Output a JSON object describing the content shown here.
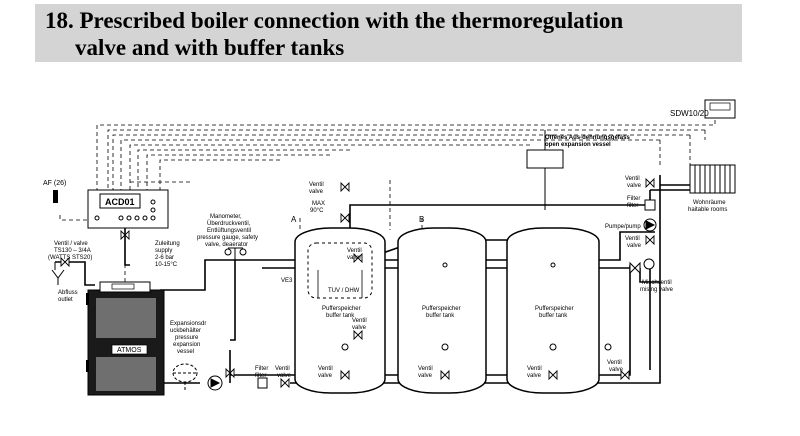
{
  "title": {
    "line1": "18. Prescribed boiler connection with the thermoregulation",
    "line2": "valve and with buffer tanks"
  },
  "labels": {
    "sdw": "SDW10/20",
    "exp_open": [
      "Offenes Aus-dehnungsgefäss",
      "open expansion vessel"
    ],
    "af": "AF (26)",
    "acd": "ACD01",
    "ventil_ts": [
      "Ventil / valve",
      "TS130 – 3/4A",
      "(WATTS STS20)"
    ],
    "abfluss": [
      "Abfluss",
      "outlet"
    ],
    "zuleitung": [
      "Zuleitung",
      "supply",
      "2-6 bar",
      "10-15°C"
    ],
    "manometer": [
      "Manometer,",
      "Überdruckventil,",
      "Entlüftungsventil",
      "pressure gauge, safety",
      "valve, deaerator"
    ],
    "ventil_top": [
      "Ventil",
      "valve"
    ],
    "max": [
      "MAX",
      "90°C"
    ],
    "a": "A",
    "b": "B",
    "ve3": "VE3",
    "ventil_inner": [
      "Ventil",
      "valve"
    ],
    "tuv": "TUV / DHW",
    "puffer1": [
      "Pufferspeicher",
      "buffer tank"
    ],
    "ventil_t1": [
      "Ventil",
      "valve"
    ],
    "puffer2": [
      "Pufferspeicher",
      "buffer tank"
    ],
    "puffer3": [
      "Pufferspeicher",
      "buffer tank"
    ],
    "expansion": [
      "Expansionsdr",
      "uckbehälter",
      "pressure",
      "expansion",
      "vessel"
    ],
    "atmos": "ATMOS",
    "filter_bottom": [
      "Filter",
      "filter"
    ],
    "ventil_filter": [
      "Ventil",
      "valve"
    ],
    "ventil_b1": [
      "Ventil",
      "valve"
    ],
    "ventil_b2": [
      "Ventil",
      "valve"
    ],
    "ventil_b3": [
      "Ventil",
      "valve"
    ],
    "ventil_right_bottom": [
      "Ventil",
      "valve"
    ],
    "ventil_r1": [
      "Ventil",
      "valve"
    ],
    "filter_r": [
      "Filter",
      "filter"
    ],
    "pumpe": "Pumpe/pump",
    "ventil_r2": [
      "Ventil",
      "valve"
    ],
    "misch": [
      "Mischventil",
      "mising valve"
    ],
    "wohn": [
      "Wohnräume",
      "haitable rooms"
    ]
  }
}
